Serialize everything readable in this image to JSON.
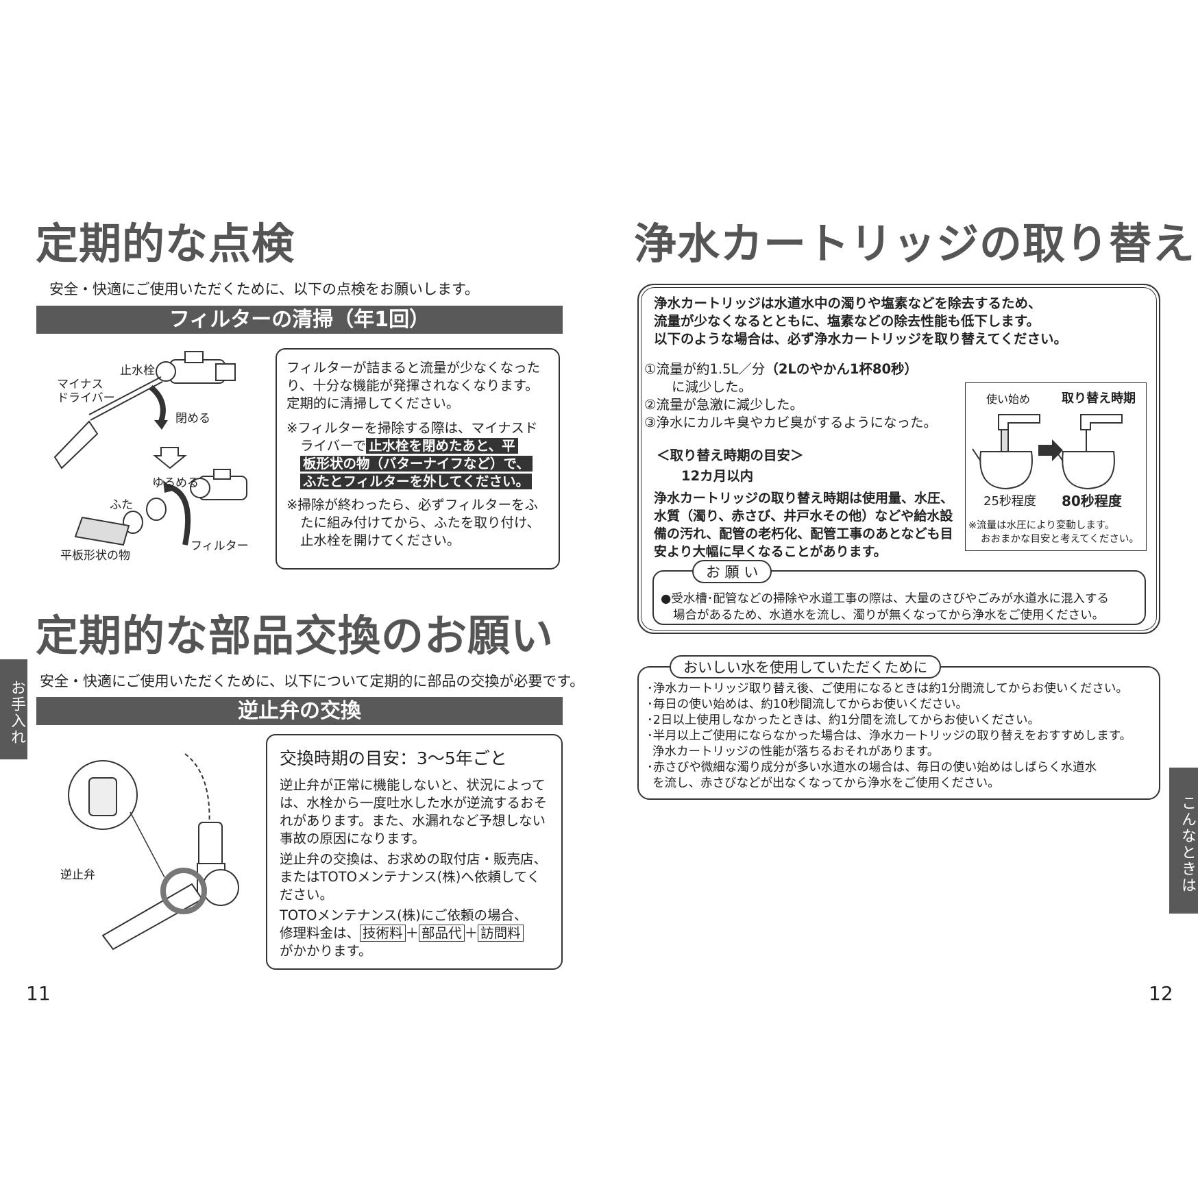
{
  "left": {
    "h1_inspection": "定期的な点検",
    "lead_inspection": "安全・快適にご使用いただくために、以下の点検をお願いします。",
    "bar_filter": "フィルターの清掃（年1回）",
    "fig1": {
      "label_stopcock": "止水栓",
      "label_driver_1": "マイナス",
      "label_driver_2": "ドライバー",
      "label_close": "閉める",
      "label_loosen": "ゆるめる",
      "label_cap": "ふた",
      "label_filter": "フィルター",
      "label_flat": "平板形状の物"
    },
    "filter_box": {
      "p1": "フィルターが詰まると流量が少なくなったり、十分な機能が発揮されなくなります。定期的に清掃してください。",
      "note1_lead": "※フィルターを掃除する際は、マイナスドライバーで",
      "note1_hl1": "止水栓を閉めたあと、平",
      "note1_hl2": "板形状の物（バターナイフなど）で、",
      "note1_hl3": "ふたとフィルターを外してください。",
      "note2": "※掃除が終わったら、必ずフィルターをふたに組み付けてから、ふたを取り付け、止水栓を開けてください。"
    },
    "h1_parts": "定期的な部品交換のお願い",
    "lead_parts": "安全・快適にご使用いただくために、以下について定期的に部品の交換が必要です。",
    "bar_valve": "逆止弁の交換",
    "fig2": {
      "label_valve": "逆止弁"
    },
    "valve_box": {
      "title": "交換時期の目安：3〜5年ごと",
      "p1": "逆止弁が正常に機能しないと、状況によっては、水栓から一度吐水した水が逆流するおそれがあります。また、水漏れなど予想しない事故の原因になります。",
      "p2": "逆止弁の交換は、お求めの取付店・販売店、またはTOTOメンテナンス(株)へ依頼してください。",
      "p3_line1": "TOTOメンテナンス(株)にご依頼の場合、",
      "p3_line2_pre": "修理料金は、",
      "fee1": "技術料",
      "plus": "＋",
      "fee2": "部品代",
      "fee3": "訪問料",
      "p3_line3": "がかかります。"
    },
    "side_tab": "お手入れ",
    "page_number": "11"
  },
  "right": {
    "h1_cartridge": "浄水カートリッジの取り替え",
    "main_box": {
      "intro1": "浄水カートリッジは水道水中の濁りや塩素などを除去するため、",
      "intro2": "流量が少なくなるとともに、塩素などの除去性能も低下します。",
      "intro3": "以下のような場合は、必ず浄水カートリッジを取り替えてください。",
      "item1_a": "①流量が約1.5L／分",
      "item1_b": "（2Lのやかん1杯80秒）",
      "item1_c": "に減少した。",
      "item2": "②流量が急激に減少した。",
      "item3": "③浄水にカルキ臭やカビ臭がするようになった。",
      "guide_title": "＜取り替え時期の目安＞",
      "guide_value": "12カ月以内",
      "note": "浄水カートリッジの取り替え時期は使用量、水圧、水質（濁り、赤さび、井戸水その他）などや給水設備の汚れ、配管の老朽化、配管工事のあとなども目安より大幅に早くなることがあります。",
      "fig": {
        "label_start": "使い始め",
        "label_replace": "取り替え時期",
        "time_start": "25秒程度",
        "time_replace": "80秒程度",
        "caption1": "※流量は水圧により変動します。",
        "caption2": "おおまかな目安と考えてください。"
      },
      "request_title": "お 願 い",
      "request_body1": "●受水槽･配管などの掃除や水道工事の際は、大量のさびやごみが水道水に混入する",
      "request_body2": "場合があるため、水道水を流し、濁りが無くなってから浄水をご使用ください。"
    },
    "tips_box": {
      "title": "おいしい水を使用していただくために",
      "items": [
        "･浄水カートリッジ取り替え後、ご使用になるときは約1分間流してからお使いください。",
        "･毎日の使い始めは、約10秒間流してからお使いください。",
        "･2日以上使用しなかったときは、約1分間を流してからお使いください。",
        "･半月以上ご使用にならなかった場合は、浄水カートリッジの取り替えをおすすめします。",
        "浄水カートリッジの性能が落ちるおそれがあります。",
        "･赤さびや微細な濁り成分が多い水道水の場合は、毎日の使い始めはしばらく水道水",
        "を流し、赤さびなどが出なくなってから浄水をご使用ください。"
      ]
    },
    "side_tab": "こんなときは",
    "page_number": "12"
  }
}
